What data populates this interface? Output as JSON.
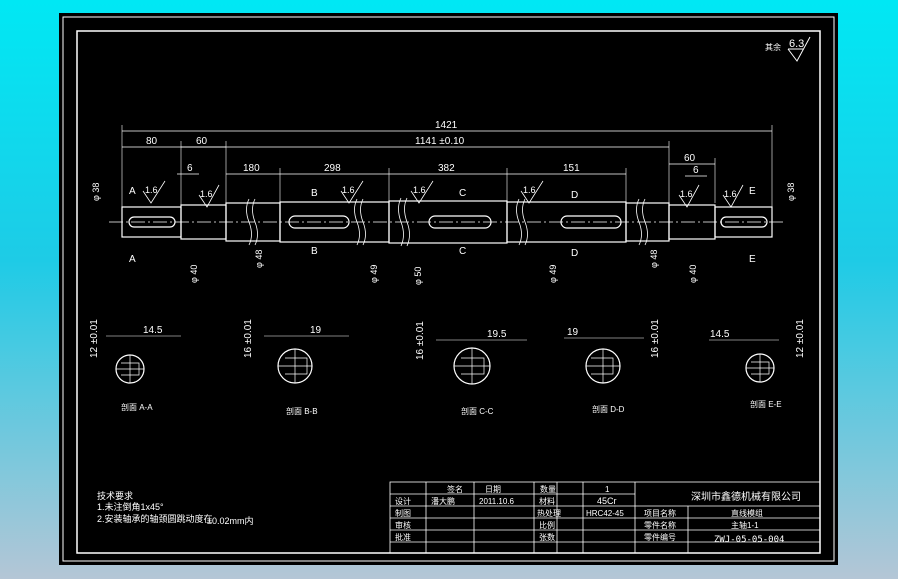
{
  "roughness": {
    "other": "其余",
    "value": "6.3"
  },
  "dims": {
    "overall": "1421",
    "middle": "1141 ±0.10",
    "seg_80": "80",
    "seg_60": "60",
    "seg_6a": "6",
    "seg_180": "180",
    "seg_298": "298",
    "seg_382": "382",
    "seg_151": "151",
    "seg_60b": "60",
    "seg_6b": "6",
    "d38_left": "φ 38 ",
    "d40_left": "φ 40 ",
    "d48_left": "φ 48",
    "d49_left": "φ 49 ",
    "d50": "φ 50 ",
    "d49_right": "φ 49 ",
    "d48_right": "φ 48",
    "d40_right": "φ 40 ",
    "d38_right": "φ 38 "
  },
  "finish": {
    "f1": "1.6",
    "f2": "1.6",
    "f3": "1.6",
    "f4": "1.6",
    "f5": "1.6",
    "f6": "1.6",
    "f7": "1.6"
  },
  "section_markers": {
    "A": "A",
    "B": "B",
    "C": "C",
    "D": "D",
    "E": "E"
  },
  "sections": [
    {
      "height": "12 ±0.01",
      "width": "14.5 ",
      "label": "剖面 A-A"
    },
    {
      "height": "16 ±0.01",
      "width": "19 ",
      "label": "剖面 B-B"
    },
    {
      "height": "16 ±0.01",
      "width": "19.5 ",
      "label": "剖面 C-C"
    },
    {
      "height": "16 ±0.01",
      "width": "19 ",
      "label": "剖面 D-D"
    },
    {
      "height": "12 ±0.01",
      "width": "14.5 ",
      "label": "剖面 E-E"
    }
  ],
  "tech_notes": {
    "title": "技术要求",
    "line1": "1.未注倒角1x45°",
    "line2": "2.安装轴承的轴颈圆跳动度在",
    "tolerance": "±0.02mm内"
  },
  "title_block": {
    "h_sign": "签名",
    "h_date": "日期",
    "h_qty": "数量",
    "qty": "1",
    "designer_label": "设计",
    "designer": "潘大鹏",
    "date": "2011.10.6",
    "material_label": "材料",
    "material": "45Cr",
    "drawn_label": "制图",
    "heat_label": "热处理",
    "heat": "HRC42-45",
    "check_label": "审核",
    "scale_label": "比例",
    "approve_label": "批准",
    "sheet_label": "张数",
    "company": "深圳市鑫德机械有限公司",
    "project_label": "项目名称",
    "project": "直线模组",
    "part_label": "零件名称",
    "part": "主轴1-1",
    "drawing_no_label": "零件编号",
    "drawing_no": "ZWJ-05-05-004"
  }
}
